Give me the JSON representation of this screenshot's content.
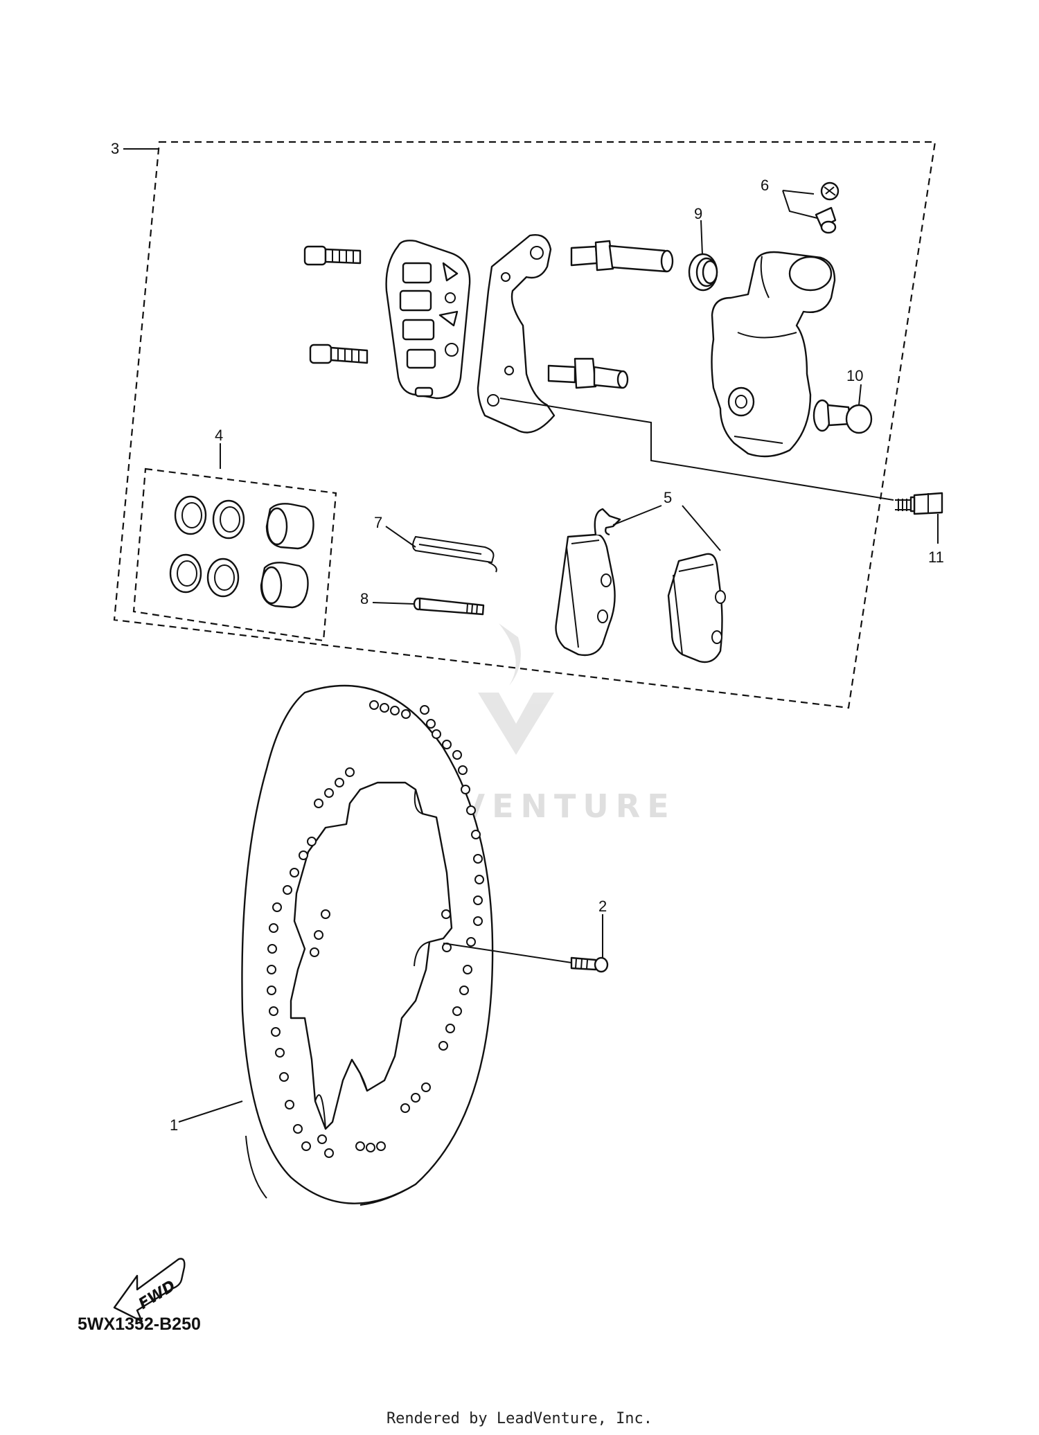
{
  "diagram_code": "5WX1352-B250",
  "footer": "Rendered by LeadVenture, Inc.",
  "watermark": "LEADVENTURE",
  "fwd_label": "FWD",
  "callouts": {
    "c1": "1",
    "c2": "2",
    "c3": "3",
    "c4": "4",
    "c5": "5",
    "c6": "6",
    "c7": "7",
    "c8": "8",
    "c9": "9",
    "c10": "10",
    "c11": "11"
  }
}
